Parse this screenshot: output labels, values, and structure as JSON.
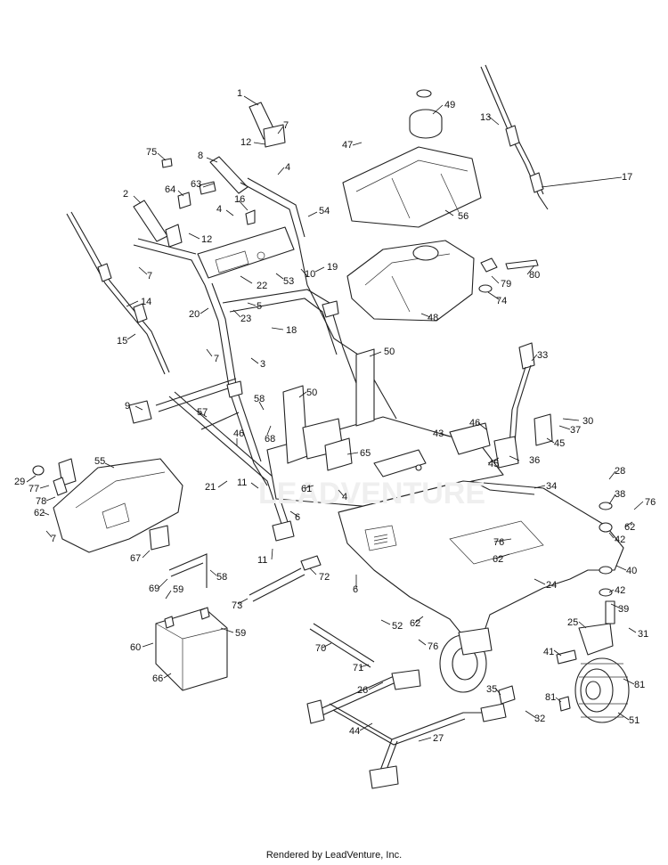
{
  "callouts": [
    {
      "n": "1"
    },
    {
      "n": "7"
    },
    {
      "n": "12"
    },
    {
      "n": "75"
    },
    {
      "n": "8"
    },
    {
      "n": "4"
    },
    {
      "n": "63"
    },
    {
      "n": "64"
    },
    {
      "n": "2"
    },
    {
      "n": "16"
    },
    {
      "n": "4"
    },
    {
      "n": "54"
    },
    {
      "n": "12"
    },
    {
      "n": "7"
    },
    {
      "n": "22"
    },
    {
      "n": "53"
    },
    {
      "n": "10"
    },
    {
      "n": "19"
    },
    {
      "n": "5"
    },
    {
      "n": "23"
    },
    {
      "n": "20"
    },
    {
      "n": "14"
    },
    {
      "n": "15"
    },
    {
      "n": "18"
    },
    {
      "n": "7"
    },
    {
      "n": "3"
    },
    {
      "n": "9"
    },
    {
      "n": "57"
    },
    {
      "n": "58"
    },
    {
      "n": "46"
    },
    {
      "n": "68"
    },
    {
      "n": "11"
    },
    {
      "n": "21"
    },
    {
      "n": "55"
    },
    {
      "n": "29"
    },
    {
      "n": "77"
    },
    {
      "n": "78"
    },
    {
      "n": "62"
    },
    {
      "n": "7"
    },
    {
      "n": "6"
    },
    {
      "n": "67"
    },
    {
      "n": "11"
    },
    {
      "n": "69"
    },
    {
      "n": "58"
    },
    {
      "n": "59"
    },
    {
      "n": "73"
    },
    {
      "n": "59"
    },
    {
      "n": "60"
    },
    {
      "n": "66"
    },
    {
      "n": "72"
    },
    {
      "n": "6"
    },
    {
      "n": "47"
    },
    {
      "n": "49"
    },
    {
      "n": "56"
    },
    {
      "n": "48"
    },
    {
      "n": "79"
    },
    {
      "n": "80"
    },
    {
      "n": "74"
    },
    {
      "n": "13"
    },
    {
      "n": "17"
    },
    {
      "n": "50"
    },
    {
      "n": "50"
    },
    {
      "n": "65"
    },
    {
      "n": "61"
    },
    {
      "n": "4"
    },
    {
      "n": "43"
    },
    {
      "n": "46"
    },
    {
      "n": "33"
    },
    {
      "n": "30"
    },
    {
      "n": "37"
    },
    {
      "n": "45"
    },
    {
      "n": "45"
    },
    {
      "n": "36"
    },
    {
      "n": "34"
    },
    {
      "n": "28"
    },
    {
      "n": "38"
    },
    {
      "n": "76"
    },
    {
      "n": "62"
    },
    {
      "n": "42"
    },
    {
      "n": "76"
    },
    {
      "n": "62"
    },
    {
      "n": "40"
    },
    {
      "n": "42"
    },
    {
      "n": "24"
    },
    {
      "n": "39"
    },
    {
      "n": "52"
    },
    {
      "n": "62"
    },
    {
      "n": "76"
    },
    {
      "n": "70"
    },
    {
      "n": "71"
    },
    {
      "n": "25"
    },
    {
      "n": "31"
    },
    {
      "n": "41"
    },
    {
      "n": "81"
    },
    {
      "n": "26"
    },
    {
      "n": "35"
    },
    {
      "n": "81"
    },
    {
      "n": "51"
    },
    {
      "n": "32"
    },
    {
      "n": "44"
    },
    {
      "n": "27"
    }
  ],
  "footer": "Rendered by LeadVenture, Inc."
}
